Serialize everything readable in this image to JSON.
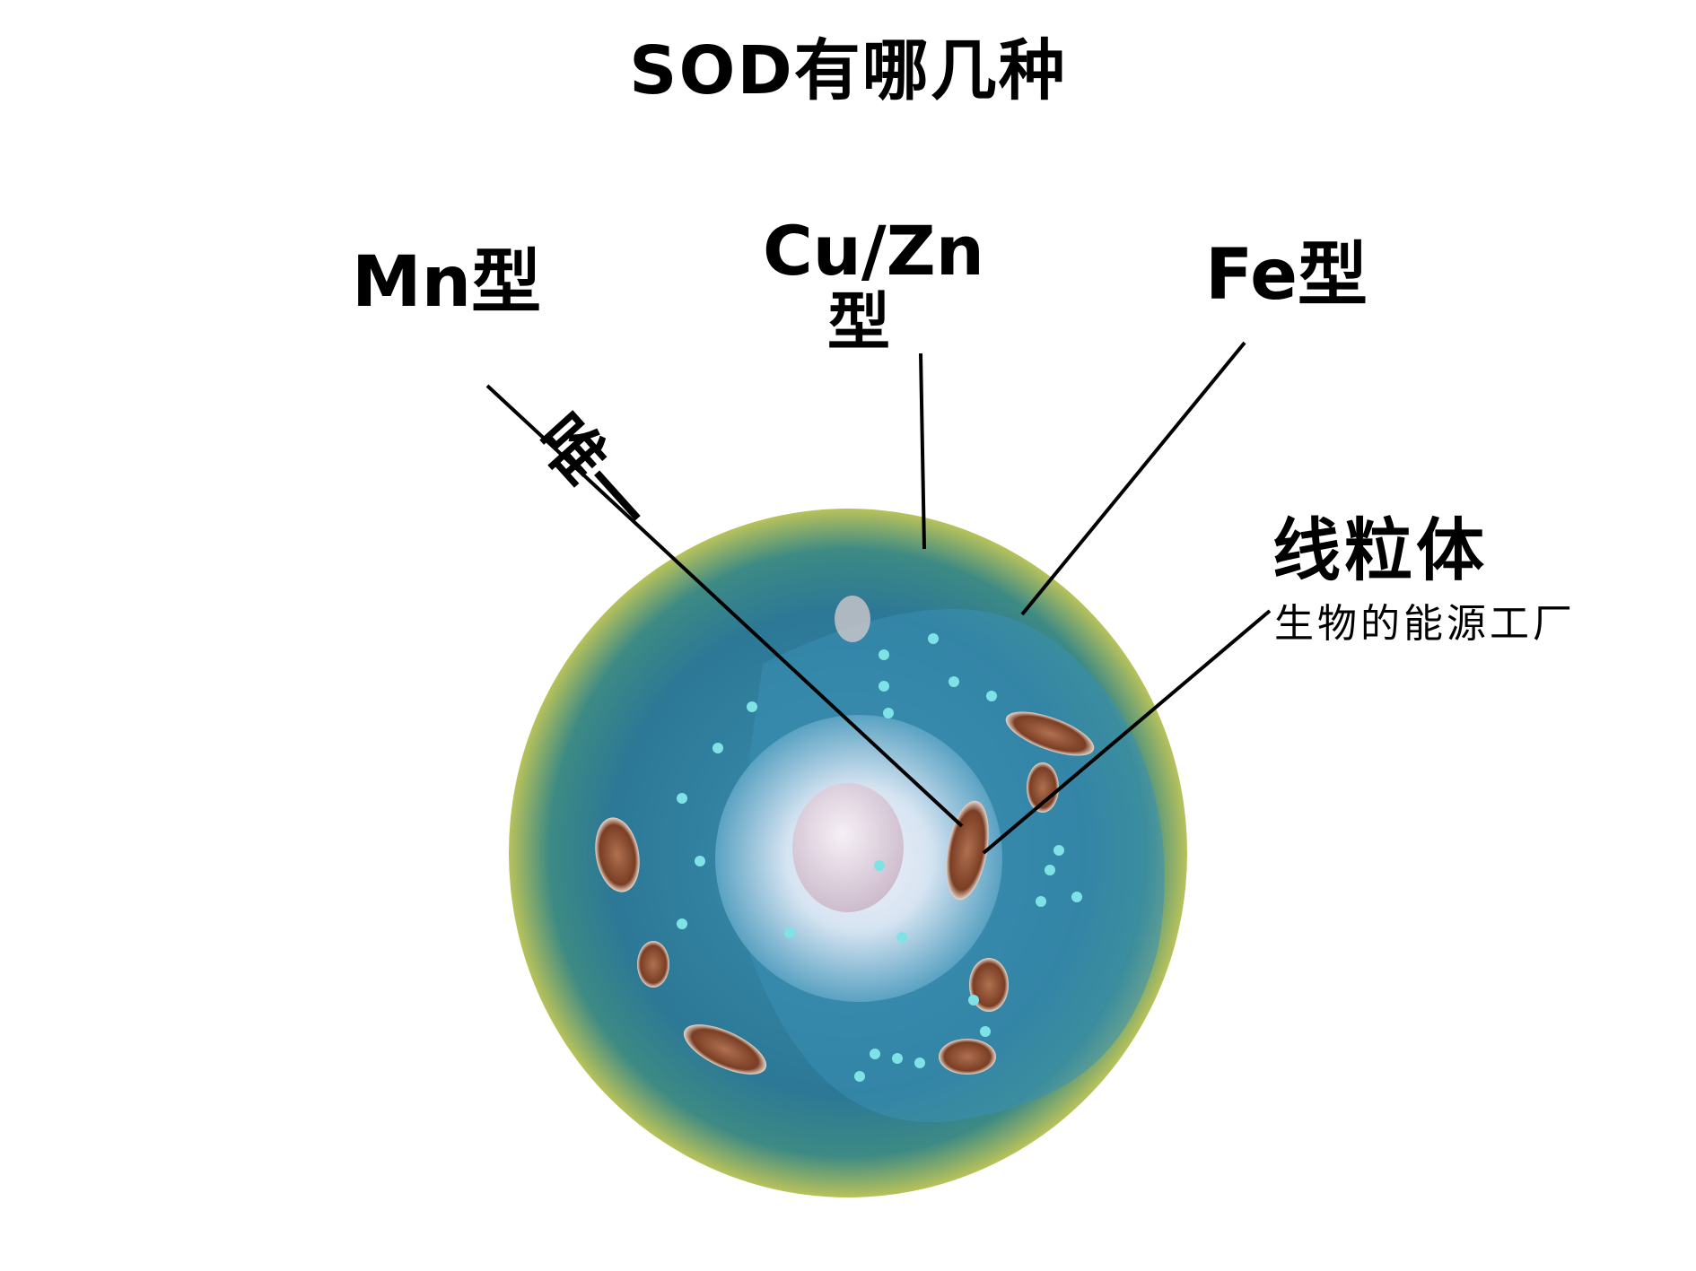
{
  "title": "SOD有哪几种",
  "labels": {
    "mn": "Mn型",
    "cuzn_line1": "Cu/Zn",
    "cuzn_line2": "型",
    "fe": "Fe型",
    "only": "唯一",
    "mitochondria": "线粒体",
    "mitochondria_note": "生物的能源工厂"
  },
  "colors": {
    "cytoplasm": "#2f7f9e",
    "membrane_edge": "#c9c24a",
    "nucleus": "#c9def0",
    "nucleolus": "#ece4ee",
    "mitochondria": "#8a4a2e",
    "leader_line": "#000000"
  }
}
